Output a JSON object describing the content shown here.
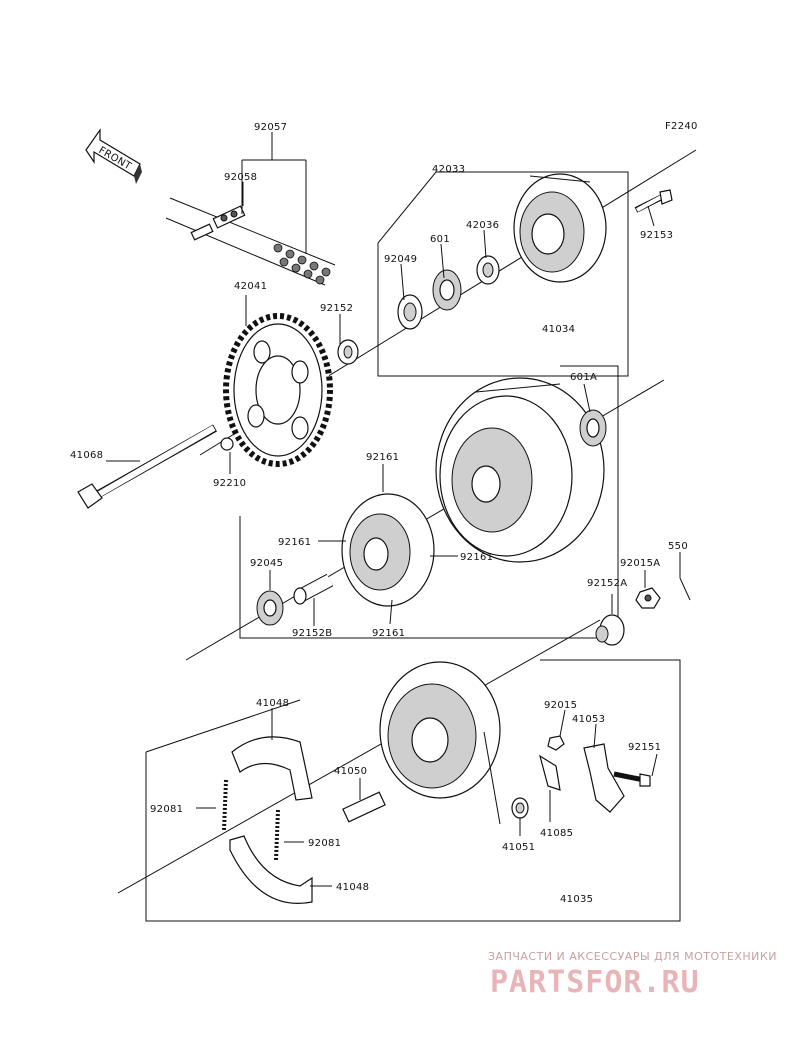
{
  "diagram": {
    "code": "F2240",
    "front_label": "FRONT",
    "labels": {
      "p92057": "92057",
      "p92058": "92058",
      "p42033": "42033",
      "p42036": "42036",
      "p601": "601",
      "p92049": "92049",
      "p92153": "92153",
      "p42041": "42041",
      "p92152": "92152",
      "p41034": "41034",
      "p601A": "601A",
      "p41068": "41068",
      "p92210": "92210",
      "p92161_a": "92161",
      "p92161_b": "92161",
      "p92161_c": "92161",
      "p92161_d": "92161",
      "p92045": "92045",
      "p92152B": "92152B",
      "p550": "550",
      "p92015A": "92015A",
      "p92152A": "92152A",
      "p41048_a": "41048",
      "p41048_b": "41048",
      "p92015": "92015",
      "p41053": "41053",
      "p92151": "92151",
      "p41050": "41050",
      "p92081_a": "92081",
      "p92081_b": "92081",
      "p41051": "41051",
      "p41085": "41085",
      "p41035": "41035"
    }
  },
  "watermark": {
    "tagline": "ЗАПЧАСТИ И АКСЕССУАРЫ ДЛЯ МОТОТЕХНИКИ",
    "logo": "PARTSFOR.RU"
  }
}
